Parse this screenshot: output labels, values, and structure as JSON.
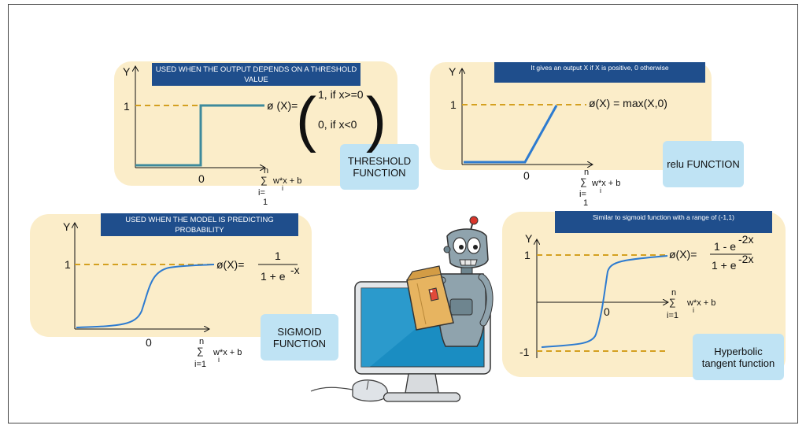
{
  "threshold": {
    "banner": "USED WHEN THE OUTPUT DEPENDS ON A THRESHOLD VALUE",
    "name": "THRESHOLD FUNCTION",
    "y_label": "Y",
    "y_tick": "1",
    "x_tick": "0",
    "formula_lhs": "ø (X)=",
    "case1": "1, if x>=0",
    "case2": "0, if x<0",
    "sum_top": "n",
    "sum_sym": "∑",
    "sum_bottom_a": "i=",
    "sum_bottom_b": "1",
    "sum_term": "w*x + b",
    "sub_i": "i"
  },
  "relu": {
    "banner": "It gives an output X if X is positive, 0 otherwise",
    "name": "relu FUNCTION",
    "y_label": "Y",
    "y_tick": "1",
    "x_tick": "0",
    "formula": "ø(X) = max(X,0)",
    "sum_top": "n",
    "sum_sym": "∑",
    "sum_bottom_a": "i=",
    "sum_bottom_b": "1",
    "sum_term": "w*x + b",
    "sub_i": "i"
  },
  "sigmoid": {
    "banner": "USED WHEN THE MODEL IS PREDICTING PROBABILITY",
    "name": "SIGMOID FUNCTION",
    "y_label": "Y",
    "y_tick": "1",
    "x_tick": "0",
    "formula_lhs": "ø(X)=",
    "numerator": "1",
    "denominator": "1 + e",
    "denominator_exp": "-x",
    "sum_top": "n",
    "sum_sym": "∑",
    "sum_bottom": "i=1",
    "sum_term": "w*x + b",
    "sub_i": "i"
  },
  "tanh": {
    "banner": "Similar to sigmoid function with a range of (-1,1)",
    "name": "Hyperbolic tangent function",
    "y_label": "Y",
    "y_tick_top": "1",
    "y_tick_bottom": "-1",
    "x_tick": "0",
    "formula_lhs": "ø(X)=",
    "numerator": "1 - e",
    "numerator_exp": "-2x",
    "denominator": "1 + e",
    "denominator_exp": "-2x",
    "sum_top": "n",
    "sum_sym": "∑",
    "sum_bottom": "i=1",
    "sum_term": "w*x + b",
    "sub_i": "i"
  },
  "colors": {
    "panel": "#fbedc9",
    "banner": "#1f4e8c",
    "namebox": "#bfe3f4",
    "threshold_line": "#3d8a9c",
    "curve": "#2d7bd0",
    "dashed": "#d4a020"
  },
  "illustration": [
    "robot-icon",
    "paper-bag-icon",
    "monitor-icon",
    "mouse-icon"
  ]
}
